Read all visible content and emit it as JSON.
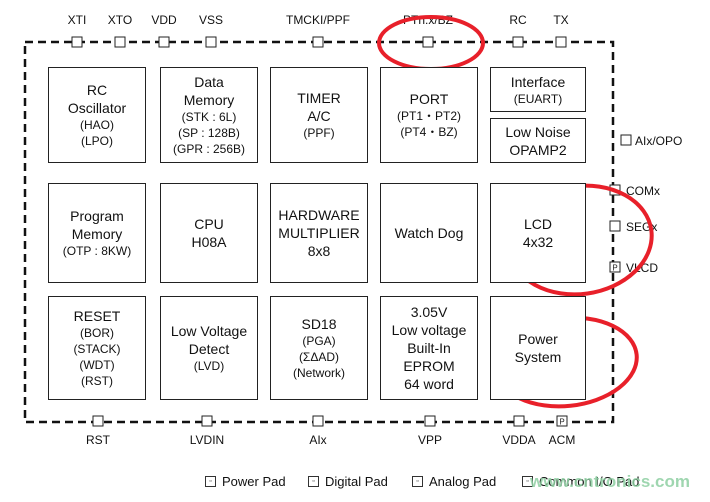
{
  "pins_top": [
    "XTI",
    "XTO",
    "VDD",
    "VSS",
    "TMCKI/PPF",
    "PTn.x/BZ",
    "RC",
    "TX"
  ],
  "pins_bottom": [
    "RST",
    "LVDIN",
    "AIx",
    "VPP",
    "VDDA",
    "ACM"
  ],
  "pins_right": [
    "AIx/OPO",
    "COMx",
    "SEGx",
    "VLCD"
  ],
  "pad_marks": {
    "power": "P"
  },
  "blocks": {
    "rc_osc": [
      "RC",
      "Oscillator",
      "(HAO)",
      "(LPO)"
    ],
    "data_mem": [
      "Data",
      "Memory",
      "(STK : 6L)",
      "(SP : 128B)",
      "(GPR : 256B)"
    ],
    "timer": [
      "TIMER",
      "A/C",
      "(PPF)"
    ],
    "port": [
      "PORT",
      "(PT1・PT2)",
      "(PT4・BZ)"
    ],
    "interface": [
      "Interface",
      "(EUART)"
    ],
    "opamp": [
      "Low Noise",
      "OPAMP2"
    ],
    "prog_mem": [
      "Program",
      "Memory",
      "(OTP : 8KW)"
    ],
    "cpu": [
      "CPU",
      "H08A"
    ],
    "multiplier": [
      "HARDWARE",
      "MULTIPLIER",
      "8x8"
    ],
    "watchdog": [
      "Watch Dog"
    ],
    "lcd": [
      "LCD",
      "4x32"
    ],
    "reset": [
      "RESET",
      "(BOR)",
      "(STACK)",
      "(WDT)",
      "(RST)"
    ],
    "lvd": [
      "Low Voltage",
      "Detect",
      "(LVD)"
    ],
    "sd18": [
      "SD18",
      "(PGA)",
      "(ΣΔAD)",
      "(Network)"
    ],
    "eprom": [
      "3.05V",
      "Low voltage",
      "Built-In",
      "EPROM",
      "64 word"
    ],
    "power": [
      "Power",
      "System"
    ]
  },
  "legend": {
    "power_pad": "Power Pad",
    "digital_pad": "Digital Pad",
    "analog_pad": "Analog Pad",
    "common_pad": "Common I/O Pad"
  },
  "watermark": "www.cntronics.com",
  "colors": {
    "highlight": "#e8202a",
    "border": "#111111",
    "watermark": "#8fd0a3"
  }
}
